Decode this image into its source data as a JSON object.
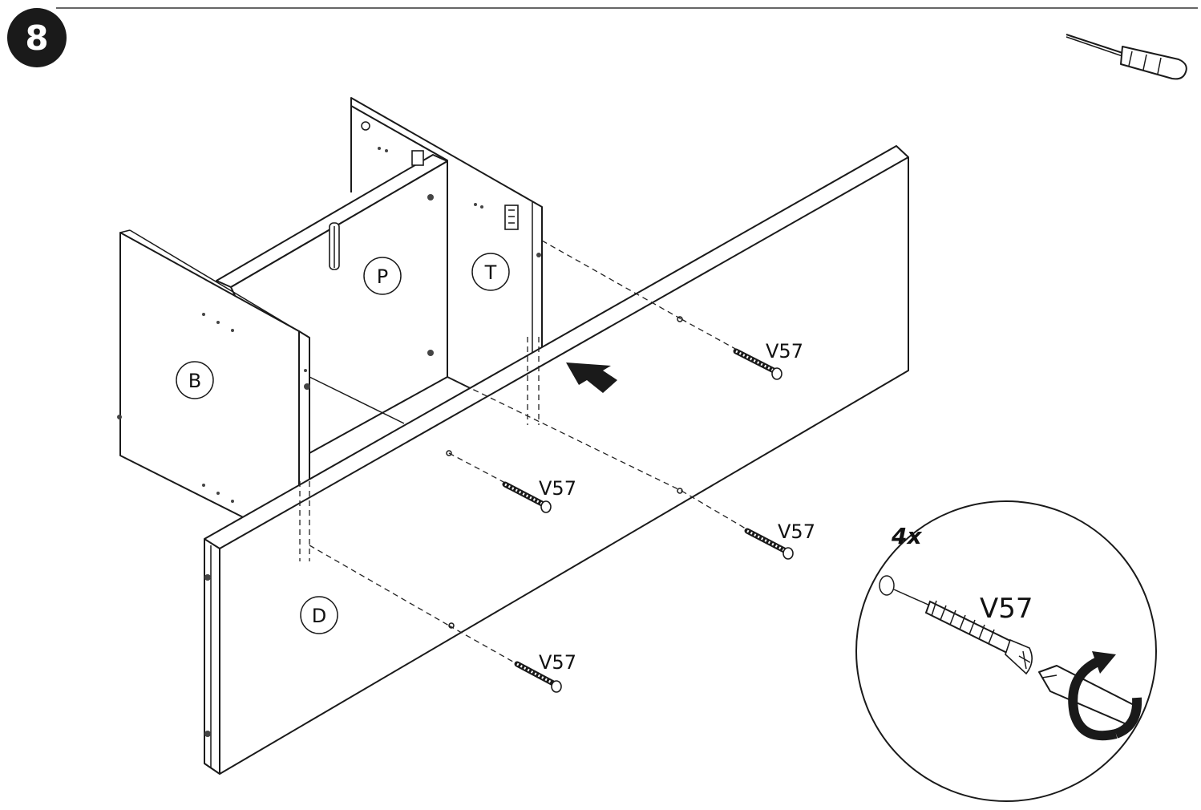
{
  "step": {
    "number": "8"
  },
  "parts": {
    "side_left": "B",
    "back_panel": "P",
    "divider": "T",
    "front_panel": "D"
  },
  "screws": {
    "upper_right": "V57",
    "center": "V57",
    "lower_right": "V57",
    "lower_center": "V57"
  },
  "detail": {
    "quantity": "4x",
    "label": "V57"
  },
  "tools": {
    "main": "screwdriver-icon"
  },
  "colors": {
    "ink": "#1a1a1a",
    "badge": "#1a1a1a",
    "paper": "#ffffff"
  }
}
